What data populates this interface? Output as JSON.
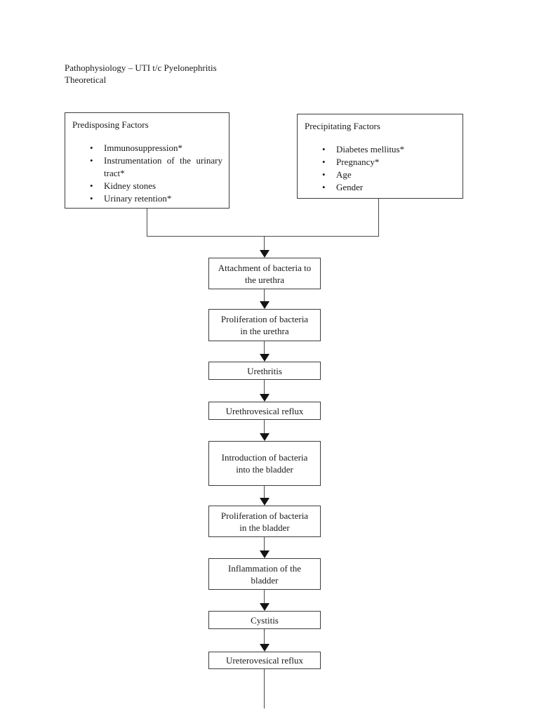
{
  "document": {
    "title_line1": "Pathophysiology – UTI t/c Pyelonephritis",
    "title_line2": "Theoretical"
  },
  "factor_boxes": [
    {
      "title": "Predisposing Factors",
      "items": [
        "Immunosuppression*",
        "Instrumentation of the urinary tract*",
        "Kidney stones",
        "Urinary retention*"
      ]
    },
    {
      "title": "Precipitating Factors",
      "items": [
        "Diabetes mellitus*",
        "Pregnancy*",
        "Age",
        "Gender"
      ]
    }
  ],
  "flow_steps": [
    "Attachment of bacteria to the urethra",
    "Proliferation of bacteria in the urethra",
    "Urethritis",
    "Urethrovesical reflux",
    "Introduction of bacteria into the bladder",
    "Proliferation of bacteria in the bladder",
    "Inflammation of the bladder",
    "Cystitis",
    "Ureterovesical reflux"
  ],
  "bullet_glyph": "•",
  "colors": {
    "ink": "#1a1a1a",
    "line": "#4a4a4a",
    "page_background": "#ffffff"
  }
}
